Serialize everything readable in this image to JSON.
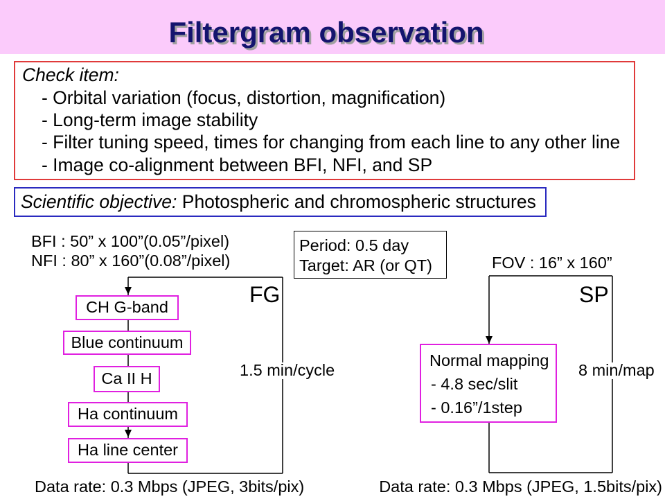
{
  "colors": {
    "header_background": "#FBCBFB",
    "title": "#14146E",
    "check_box_border": "#E03A3A",
    "objective_box_border": "#2A2ABF",
    "step_box_border": "#E020E0"
  },
  "title": "Filtergram observation",
  "check": {
    "heading": "Check item:",
    "items": [
      "- Orbital variation (focus, distortion, magnification)",
      "- Long-term image stability",
      "- Filter tuning speed, times for changing from each line to any other line",
      "- Image co-alignment between BFI, NFI, and SP"
    ]
  },
  "objective": {
    "label": "Scientific objective:",
    "text": "Photospheric and chromospheric structures"
  },
  "fields_of_view": {
    "bfi": "BFI : 50” x 100”(0.05”/pixel)",
    "nfi": "NFI : 80” x 160”(0.08”/pixel)"
  },
  "schedule": {
    "period": "Period: 0.5 day",
    "target": "Target: AR (or QT)"
  },
  "fg": {
    "label": "FG",
    "cycle_time": "1.5 min/cycle",
    "steps": [
      "CH G-band",
      "Blue continuum",
      "Ca II H",
      "Ha continuum",
      "Ha line center"
    ],
    "data_rate": "Data rate: 0.3 Mbps (JPEG, 3bits/pix)"
  },
  "sp": {
    "label": "SP",
    "fov": "FOV : 16” x 160”",
    "cycle_time": "8 min/map",
    "mode": {
      "name": "Normal mapping",
      "details": [
        "- 4.8 sec/slit",
        "- 0.16”/1step"
      ]
    },
    "data_rate": "Data rate: 0.3 Mbps (JPEG, 1.5bits/pix)"
  }
}
